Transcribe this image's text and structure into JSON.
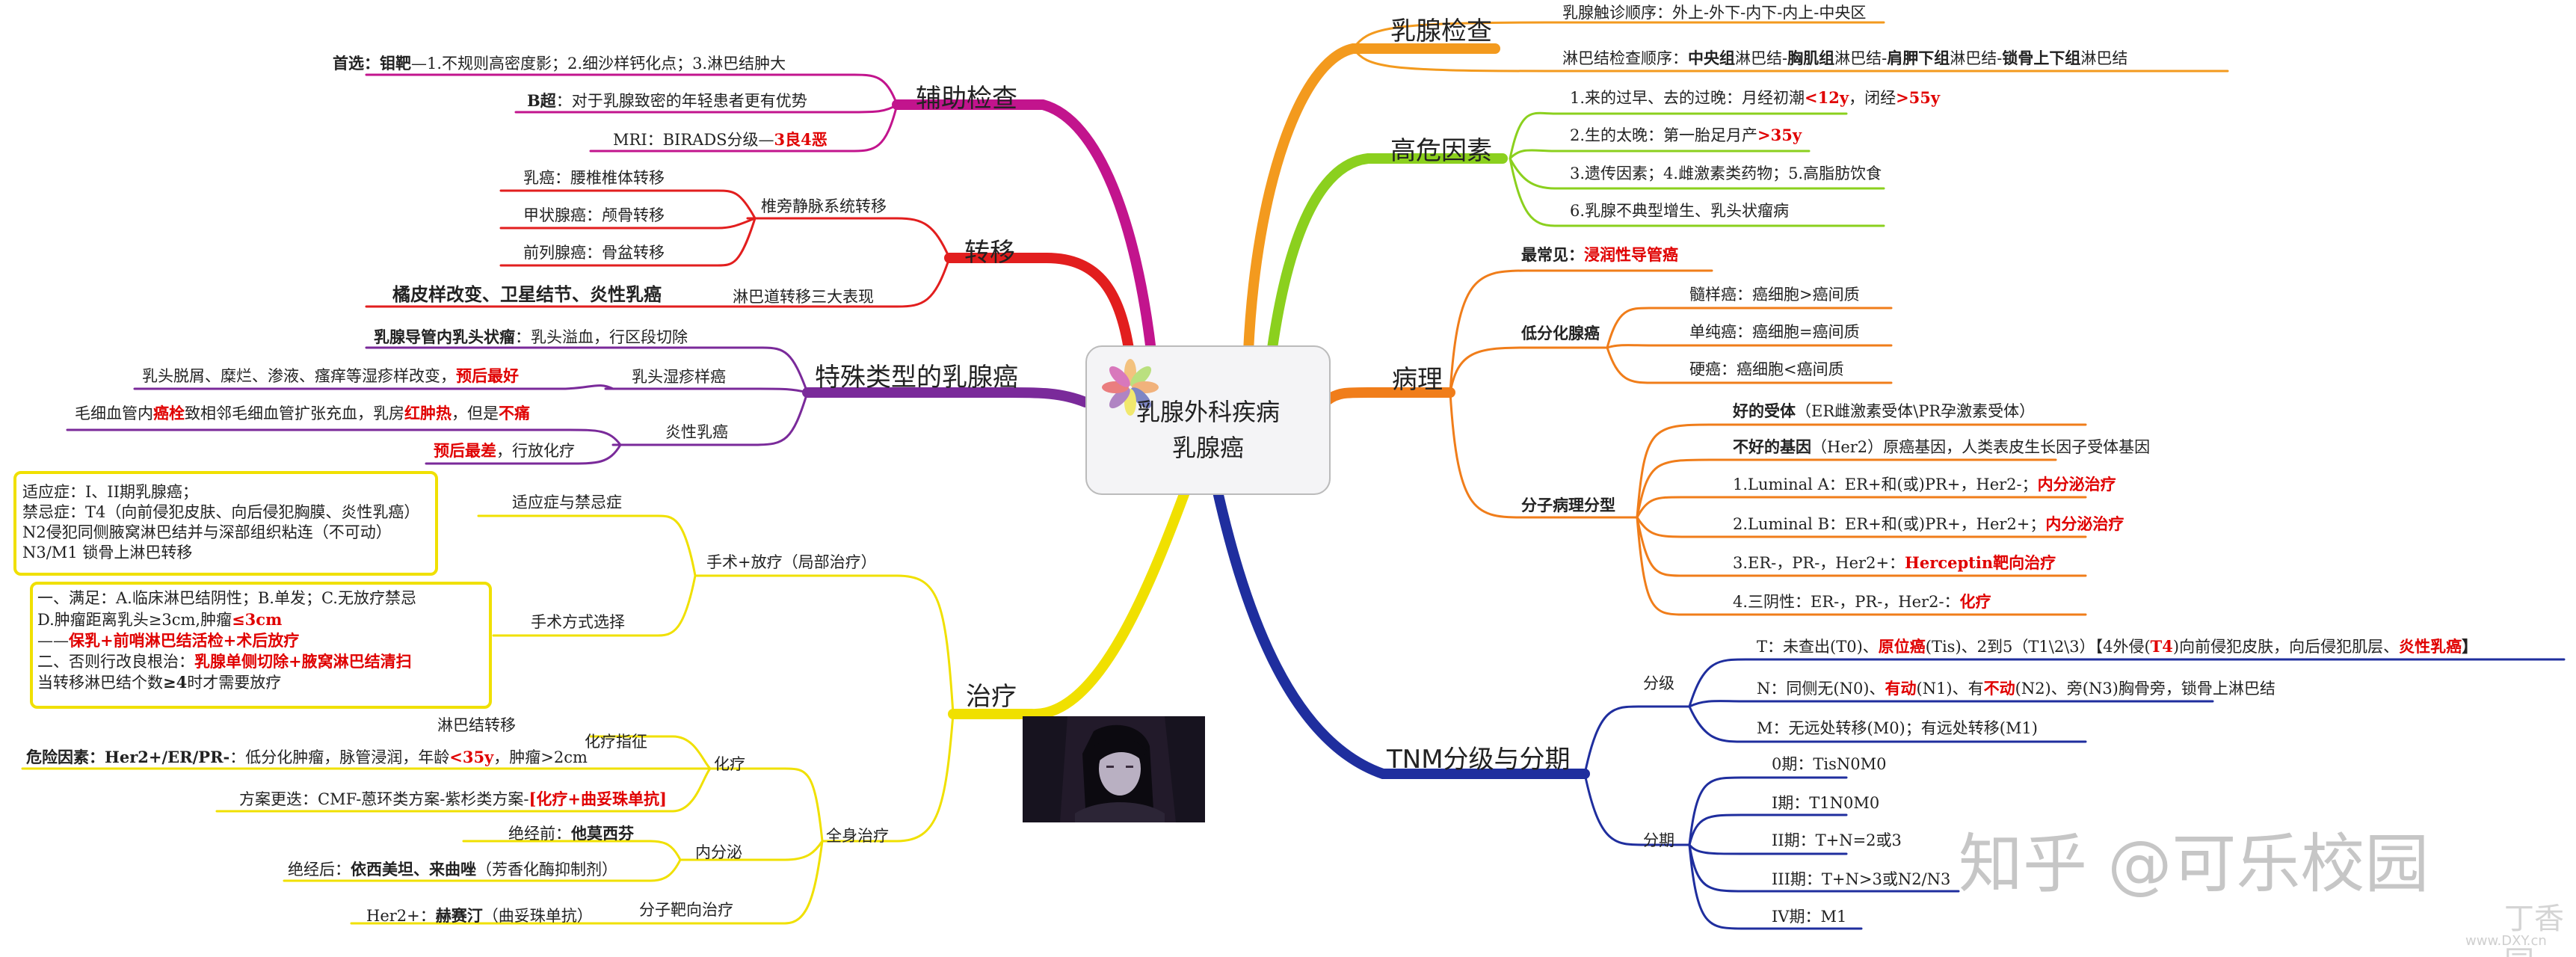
{
  "center": {
    "line1": "乳腺外科疾病",
    "line2": "乳腺癌"
  },
  "colors": {
    "orange": "#f39a1e",
    "green": "#8bd01e",
    "dark_orange": "#f07d1a",
    "navy": "#1f2e9e",
    "magenta": "#c2148d",
    "red": "#e21e1e",
    "purple": "#7a2a9a",
    "yellow": "#f0e000"
  },
  "right": {
    "exam": {
      "title": "乳腺检查",
      "i1": "乳腺触诊顺序：外上-外下-内下-内上-中央区",
      "i2a": "淋巴结检查顺序：",
      "i2b": "中央组",
      "i2c": "淋巴结-",
      "i2d": "胸肌组",
      "i2e": "淋巴结-",
      "i2f": "肩胛下组",
      "i2g": "淋巴结-",
      "i2h": "锁骨上下组",
      "i2i": "淋巴结"
    },
    "risk": {
      "title": "高危因素",
      "i1a": "1.来的过早、去的过晚：月经初潮",
      "i1b": "<12y",
      "i1c": "，闭经",
      "i1d": ">55y",
      "i2a": "2.生的太晚：第一胎足月产",
      "i2b": ">35y",
      "i3": "3.遗传因素；4.雌激素类药物；5.高脂肪饮食",
      "i4": "6.乳腺不典型增生、乳头状瘤病"
    },
    "path": {
      "title": "病理",
      "common_a": "最常见：",
      "common_b": "浸润性导管癌",
      "poor": "低分化腺癌",
      "p1": "髓样癌：癌细胞>癌间质",
      "p2": "单纯癌：癌细胞=癌间质",
      "p3": "硬癌：癌细胞<癌间质",
      "mol": "分子病理分型",
      "good_a": "好的受体",
      "good_b": "（ER雌激素受体\\PR孕激素受体）",
      "bad_a": "不好的基因",
      "bad_b": "（Her2）原癌基因，人类表皮生长因子受体基因",
      "m1a": "1.Luminal A：ER+和(或)PR+，Her2-；",
      "m1b": "内分泌治疗",
      "m2a": "2.Luminal B：ER+和(或)PR+，Her2+；",
      "m2b": "内分泌治疗",
      "m3a": "3.ER-，PR-，Her2+：",
      "m3b": "Herceptin靶向治疗",
      "m4a": "4.三阴性：ER-，PR-，Her2-：",
      "m4b": "化疗"
    },
    "tnm": {
      "title": "TNM分级与分期",
      "grade": "分级",
      "t_a": "T：未查出(T0)、",
      "t_b": "原位癌",
      "t_c": "(Tis)、2到5（T1\\2\\3）【4外侵(",
      "t_d": "T4",
      "t_e": ")向前侵犯皮肤，向后侵犯肌层、",
      "t_f": "炎性乳癌",
      "t_g": "】",
      "n_a": "N：同侧无(N0)、",
      "n_b": "有动",
      "n_c": "(N1)、有",
      "n_d": "不动",
      "n_e": "(N2)、旁(N3)胸骨旁，锁骨上淋巴结",
      "m": "M：无远处转移(M0)；有远处转移(M1)",
      "stage": "分期",
      "s0": "0期：TisN0M0",
      "s1": "I期：T1N0M0",
      "s2": "II期：T+N=2或3",
      "s3": "III期：T+N>3或N2/N3",
      "s4": "IV期：M1"
    }
  },
  "left": {
    "aux": {
      "title": "辅助检查",
      "i1a": "首选：钼靶",
      "i1b": "—1.不规则高密度影；2.细沙样钙化点；3.淋巴结肿大",
      "i2a": "B超",
      "i2b": "：对于乳腺致密的年轻患者更有优势",
      "i3a": "MRI：BIRADS分级—",
      "i3b": "3良4恶"
    },
    "meta": {
      "title": "转移",
      "vein": "椎旁静脉系统转移",
      "v1": "乳癌：腰椎椎体转移",
      "v2": "甲状腺癌：颅骨转移",
      "v3": "前列腺癌：骨盆转移",
      "lymph": "淋巴道转移三大表现",
      "lymph_items": "橘皮样改变、卫星结节、炎性乳癌"
    },
    "special": {
      "title": "特殊类型的乳腺癌",
      "paget_a": "乳腺导管内乳头状瘤",
      "paget_b": "：乳头溢血，行区段切除",
      "eczema": "乳头湿疹样癌",
      "e1a": "乳头脱屑、糜烂、渗液、瘙痒等湿疹样改变，",
      "e1b": "预后最好",
      "infl": "炎性乳癌",
      "f1a": "毛细血管内",
      "f1b": "癌栓",
      "f1c": "致相邻毛细血管扩张充血，乳房",
      "f1d": "红肿热",
      "f1e": "，但是",
      "f1f": "不痛",
      "f2a": "预后最差",
      "f2b": "，行放化疗"
    },
    "treat": {
      "title": "治疗",
      "local": "手术+放疗（局部治疗）",
      "ind": "适应症与禁忌症",
      "ind1": "适应症：I、II期乳腺癌；",
      "ind2": "禁忌症：T4（向前侵犯皮肤、向后侵犯胸膜、炎性乳癌）",
      "ind3": "N2侵犯同侧腋窝淋巴结并与深部组织粘连（不可动）",
      "ind4": "N3/M1 锁骨上淋巴转移",
      "way": "手术方式选择",
      "w1": "一、满足：A.临床淋巴结阴性；B.单发；C.无放疗禁忌",
      "w2a": "D.肿瘤距离乳头≥3cm,肿瘤",
      "w2b": "≤3cm",
      "w3a": "——",
      "w3b": "保乳+前哨淋巴结活检+术后放疗",
      "w4a": "二、否则行改良根治：",
      "w4b": "乳腺单侧切除+腋窝淋巴结清扫",
      "w5a": "当转移淋巴结个数",
      "w5b": "≥4",
      "w5c": "时才需要放疗",
      "systemic": "全身治疗",
      "chemo": "化疗",
      "c_ind": "化疗指征",
      "c_lymph": "淋巴结转移",
      "c_risk_a": "危险因素：Her2+/ER/PR-",
      "c_risk_b": "：低分化肿瘤，脉管浸润，年龄",
      "c_risk_c": "<35y",
      "c_risk_d": "，肿瘤>2cm",
      "c_plan_a": "方案更迭：CMF-蒽环类方案-紫杉类方案-",
      "c_plan_b": "[化疗+曲妥珠单抗]",
      "endo": "内分泌",
      "e_pre_a": "绝经前：",
      "e_pre_b": "他莫西芬",
      "e_post_a": "绝经后：",
      "e_post_b": "依西美坦、来曲唑",
      "e_post_c": "（芳香化酶抑制剂）",
      "target": "分子靶向治疗",
      "t1a": "Her2+：",
      "t1b": "赫赛汀",
      "t1c": "（曲妥珠单抗）"
    }
  },
  "watermark": {
    "main": "知乎 @可乐校园",
    "sub": "www.DXY.cn",
    "logo": "丁香园"
  }
}
